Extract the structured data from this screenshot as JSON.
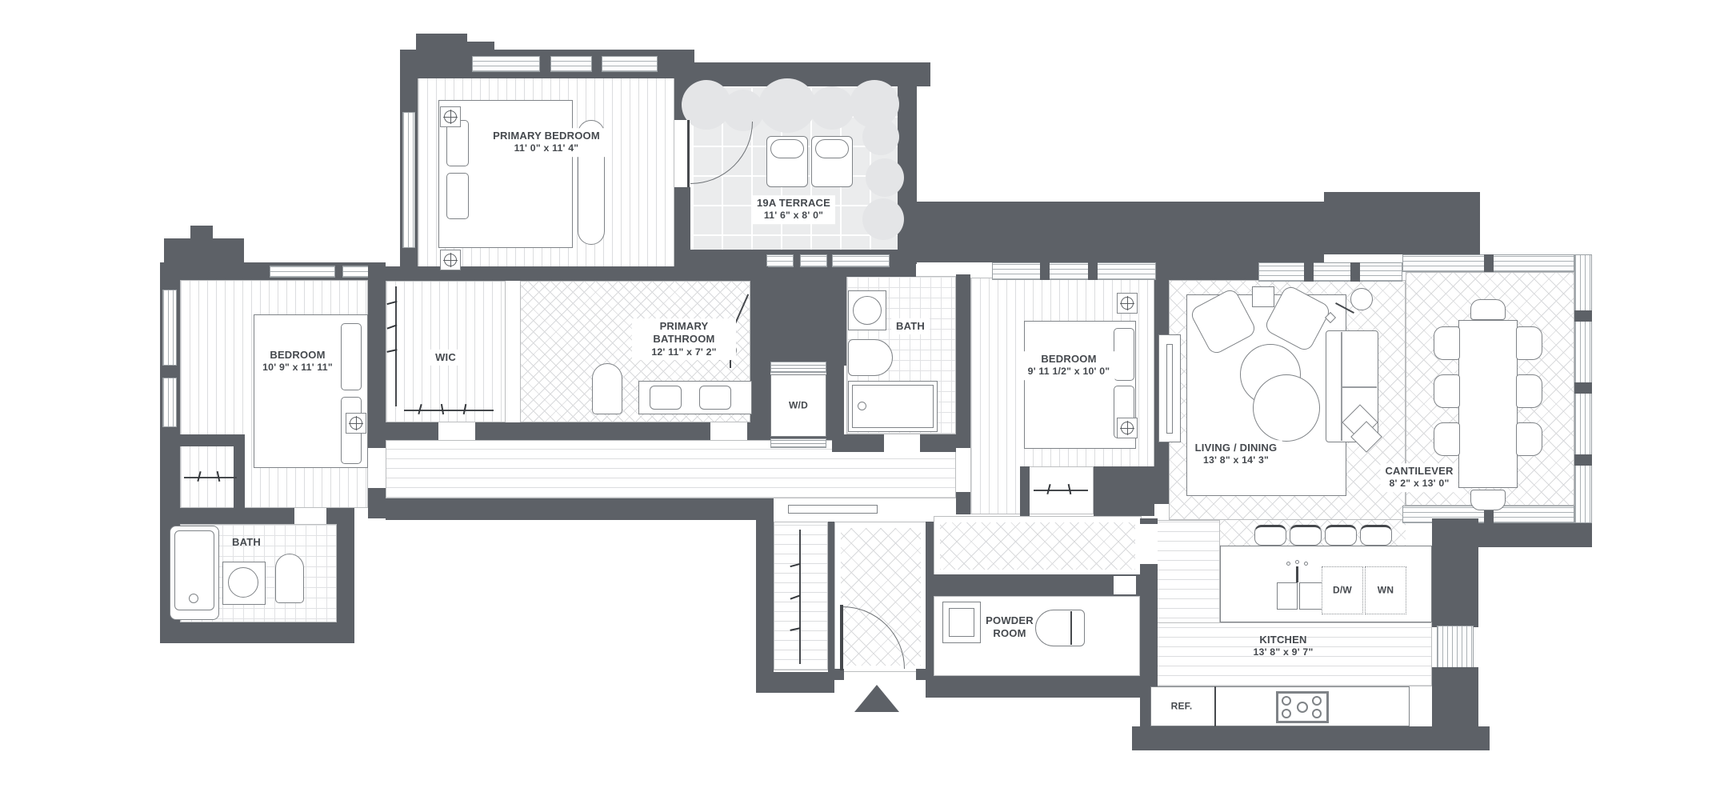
{
  "rooms": {
    "primary_bedroom": {
      "name": "PRIMARY BEDROOM",
      "dims": "11' 0\" x 11' 4\""
    },
    "terrace": {
      "name": "19A TERRACE",
      "dims": "11' 6\" x 8' 0\""
    },
    "bedroom_left": {
      "name": "BEDROOM",
      "dims": "10' 9\" x 11' 11\""
    },
    "wic": {
      "name": "WIC"
    },
    "primary_bathroom": {
      "name": "PRIMARY BATHROOM",
      "dims": "12' 11\" x 7' 2\""
    },
    "laundry": {
      "name": "W/D"
    },
    "bath_upper": {
      "name": "BATH"
    },
    "bedroom_right": {
      "name": "BEDROOM",
      "dims": "9' 11 1/2\" x 10' 0\""
    },
    "living_dining": {
      "name": "LIVING / DINING",
      "dims": "13' 8\" x 14' 3\""
    },
    "cantilever": {
      "name": "CANTILEVER",
      "dims": "8' 2\" x 13' 0\""
    },
    "bath_lower": {
      "name": "BATH"
    },
    "powder_room": {
      "name": "POWDER ROOM"
    },
    "kitchen": {
      "name": "KITCHEN",
      "dims": "13' 8\" x 9' 7\""
    }
  },
  "appliances": {
    "dishwasher": "D/W",
    "wine_storage": "WN",
    "refrigerator": "REF."
  },
  "colors": {
    "wall": "#5d6167",
    "floor_line": "#d9dadc",
    "terrace_floor": "#ebeced",
    "foliage": "#e4e5e7",
    "label_text": "#45494e"
  }
}
